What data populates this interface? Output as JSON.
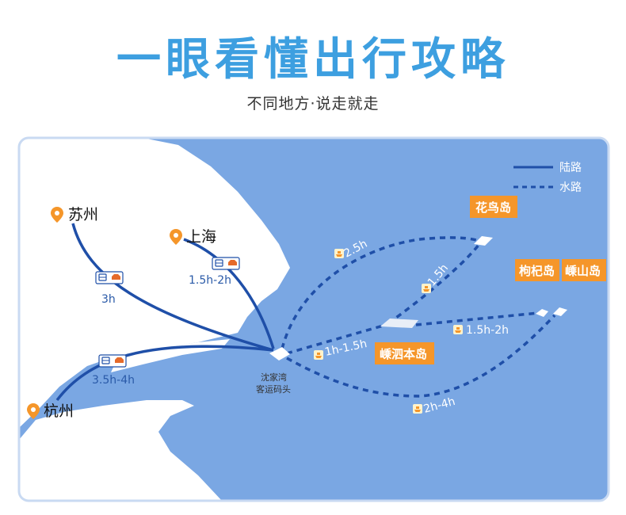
{
  "header": {
    "title": "一眼看懂出行攻略",
    "subtitle": "不同地方·说走就走"
  },
  "colors": {
    "title": "#3d9fe0",
    "sea": "#7aa7e3",
    "land": "#ffffff",
    "route": "#1f4fa8",
    "island_tag": "#f5962a",
    "pin": "#f5962a"
  },
  "legend": {
    "land": "陆路",
    "water": "水路"
  },
  "cities": {
    "suzhou": "苏州",
    "shanghai": "上海",
    "hangzhou": "杭州"
  },
  "land_routes": {
    "suzhou": {
      "time": "3h",
      "icons": [
        "bus-icon",
        "car-icon"
      ]
    },
    "shanghai": {
      "time": "1.5h-2h",
      "icons": [
        "bus-icon",
        "car-icon"
      ]
    },
    "hangzhou": {
      "time": "3.5h-4h",
      "icons": [
        "bus-icon",
        "car-icon"
      ]
    }
  },
  "pier": {
    "line1": "沈家湾",
    "line2": "客运码头"
  },
  "islands": {
    "huaniao": "花鸟岛",
    "gouqi": "枸杞岛",
    "shengshan": "嵊山岛",
    "shengsi": "嵊泗本岛"
  },
  "sea_routes": {
    "huaniao": "2.5h",
    "shengsi_huaniao": "1.5h",
    "pier_shengsi": "1h-1.5h",
    "shengsi_gouqi": "1.5h-2h",
    "pier_gouqi": "2h-4h"
  }
}
